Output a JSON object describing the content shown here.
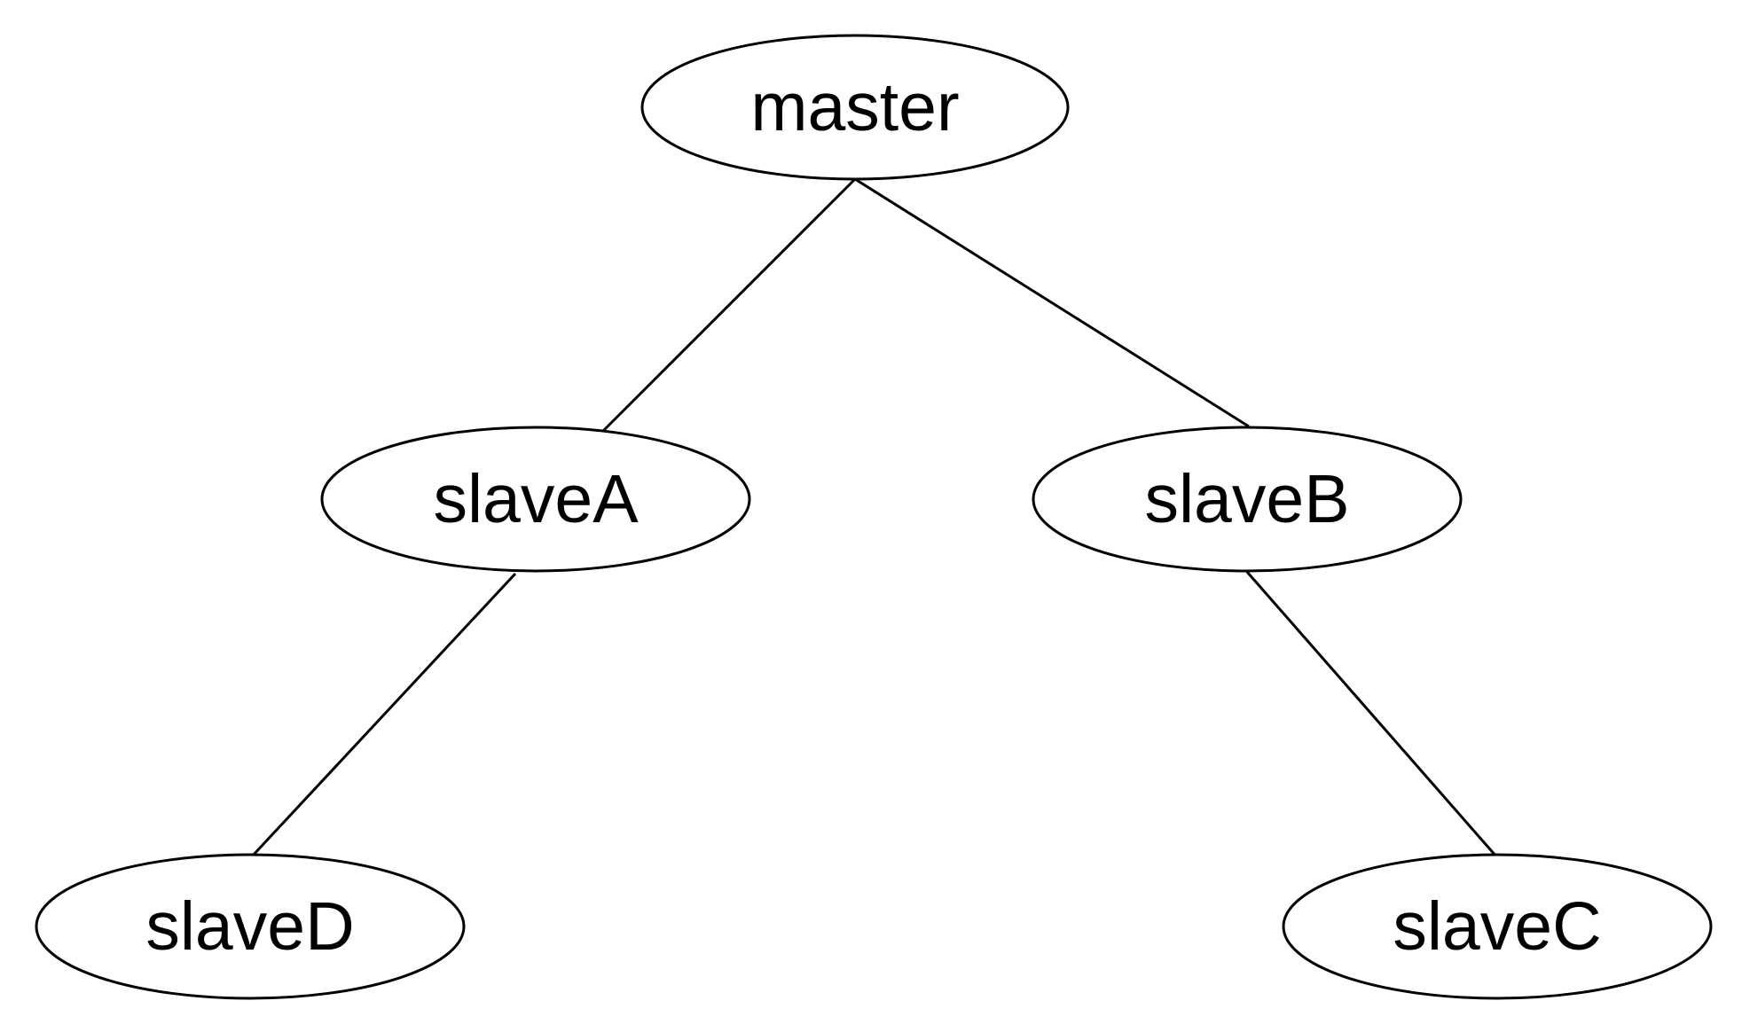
{
  "diagram": {
    "type": "tree",
    "nodes": [
      {
        "id": "master",
        "label": "master"
      },
      {
        "id": "slaveA",
        "label": "slaveA"
      },
      {
        "id": "slaveB",
        "label": "slaveB"
      },
      {
        "id": "slaveD",
        "label": "slaveD"
      },
      {
        "id": "slaveC",
        "label": "slaveC"
      }
    ],
    "edges": [
      {
        "from": "master",
        "to": "slaveA"
      },
      {
        "from": "master",
        "to": "slaveB"
      },
      {
        "from": "slaveA",
        "to": "slaveD"
      },
      {
        "from": "slaveB",
        "to": "slaveC"
      }
    ],
    "colors": {
      "stroke": "#000000",
      "fill": "#ffffff",
      "text": "#000000"
    }
  }
}
